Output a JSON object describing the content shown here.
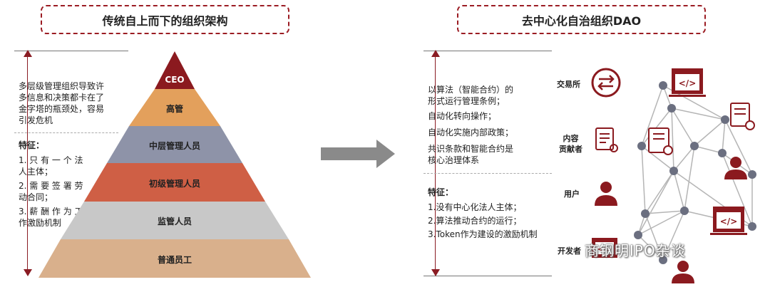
{
  "left": {
    "title": "传统自上而下的组织架构",
    "intro": [
      "多层级管理组织导致许",
      "多信息和决策都卡在了",
      "金字塔的瓶颈处，容易",
      "引发危机"
    ],
    "features_heading": "特征：",
    "features": [
      [
        "1. 只 有 一 个 法",
        "人主体；"
      ],
      [
        "2. 需 要 签 署 劳",
        "动合同；"
      ],
      [
        "3. 薪 酬 作 为 工",
        "作激励机制"
      ]
    ],
    "pyramid": [
      {
        "label": "CEO",
        "color": "#8b1a1f",
        "text_color": "#ffffff"
      },
      {
        "label": "高管",
        "color": "#e3a05c",
        "text_color": "#222222"
      },
      {
        "label": "中层管理人员",
        "color": "#8e93a8",
        "text_color": "#222222"
      },
      {
        "label": "初级管理人员",
        "color": "#cf5f45",
        "text_color": "#222222"
      },
      {
        "label": "监管人员",
        "color": "#c8c8c8",
        "text_color": "#222222"
      },
      {
        "label": "普通员工",
        "color": "#d9b08c",
        "text_color": "#222222"
      }
    ]
  },
  "right": {
    "title": "去中心化自治组织DAO",
    "intro": [
      [
        "以算法（智能合约）的",
        "形式运行管理条例；"
      ],
      [
        "自动化转向操作；"
      ],
      [
        "自动化实施内部政策；"
      ],
      [
        "共识条款和智能合约是",
        "核心治理体系"
      ]
    ],
    "features_heading": "特征：",
    "features": [
      "1.没有中心化法人主体；",
      "2.算法推动合约的运行；",
      "3.Token作为建设的激励机制"
    ],
    "icon_labels": {
      "exchange": "交易所",
      "content": "内容",
      "content2": "贡献者",
      "user": "用户",
      "developer": "开发者"
    }
  },
  "watermark": "商钢明IPO杂谈",
  "colors": {
    "accent": "#8b1a1f",
    "arrow": "#8a8a8a",
    "node": "#6b6f80",
    "edge": "#b5b5b5"
  }
}
